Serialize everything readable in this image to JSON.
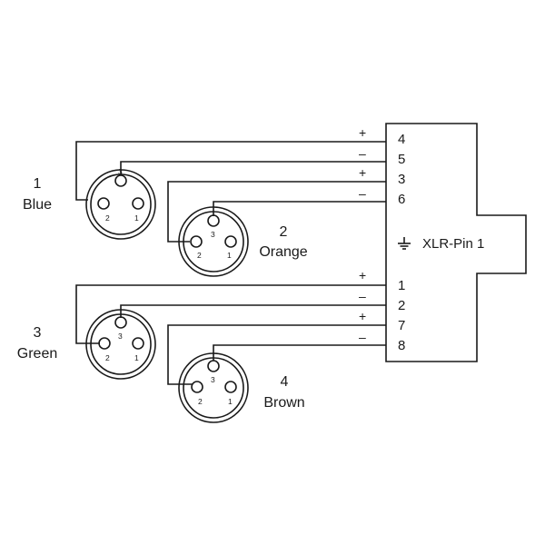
{
  "connectors": [
    {
      "number": "1",
      "color": "Blue",
      "pins": [
        "3",
        "2",
        "1"
      ]
    },
    {
      "number": "2",
      "color": "Orange",
      "pins": [
        "3",
        "2",
        "1"
      ]
    },
    {
      "number": "3",
      "color": "Green",
      "pins": [
        "3",
        "2",
        "1"
      ]
    },
    {
      "number": "4",
      "color": "Brown",
      "pins": [
        "3",
        "2",
        "1"
      ]
    }
  ],
  "box": {
    "pins": [
      "4",
      "5",
      "3",
      "6",
      "1",
      "2",
      "7",
      "8"
    ],
    "ground_label": "XLR-Pin 1"
  },
  "polarity": [
    "+",
    "–",
    "+",
    "–",
    "+",
    "–",
    "+",
    "–"
  ]
}
